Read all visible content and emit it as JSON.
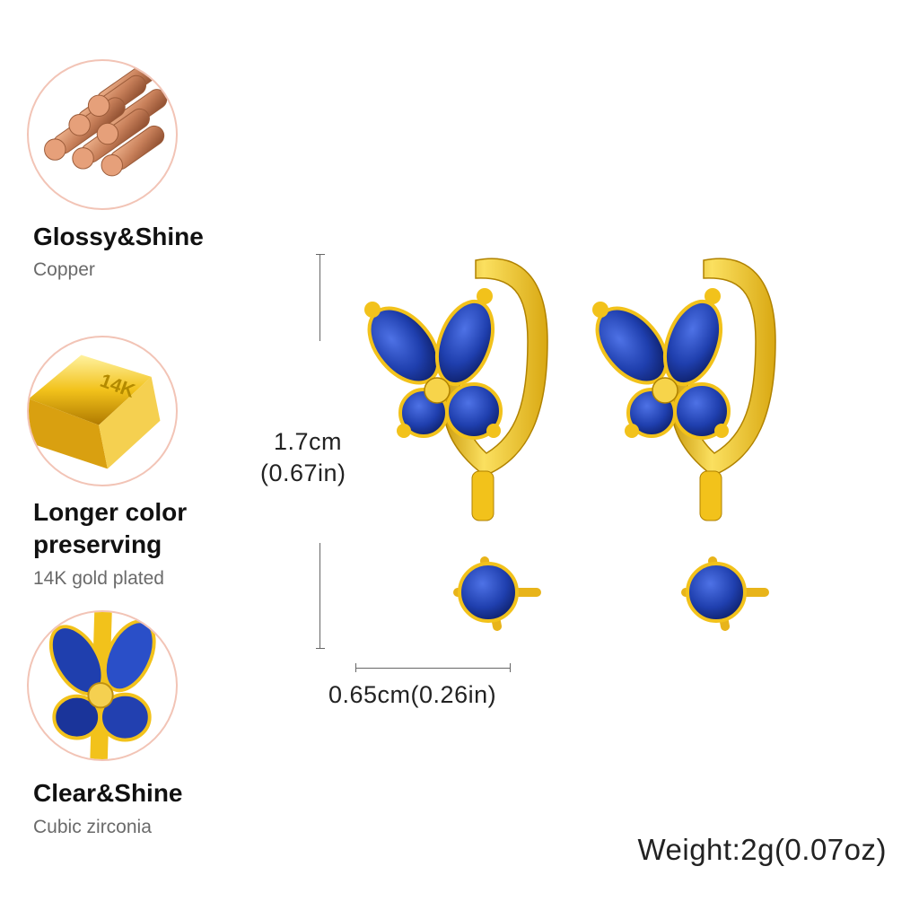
{
  "features": [
    {
      "title": "Glossy&Shine",
      "subtitle": "Copper",
      "icon": "copper-rods-icon"
    },
    {
      "title_lines": [
        "Longer color",
        "preserving"
      ],
      "subtitle": "14K gold plated",
      "icon": "gold-bar-icon",
      "bar_label": "14K"
    },
    {
      "title": "Clear&Shine",
      "subtitle": "Cubic zirconia",
      "icon": "butterfly-gem-icon"
    }
  ],
  "dimensions": {
    "height_cm": "1.7cm",
    "height_in": "(0.67in)",
    "width": "0.65cm(0.26in)"
  },
  "weight": "Weight:2g(0.07oz)",
  "colors": {
    "gold": "#f2c21b",
    "sapphire": "#1f3fae",
    "copper": "#c8805a",
    "circle_border": "#f2c4b6"
  }
}
